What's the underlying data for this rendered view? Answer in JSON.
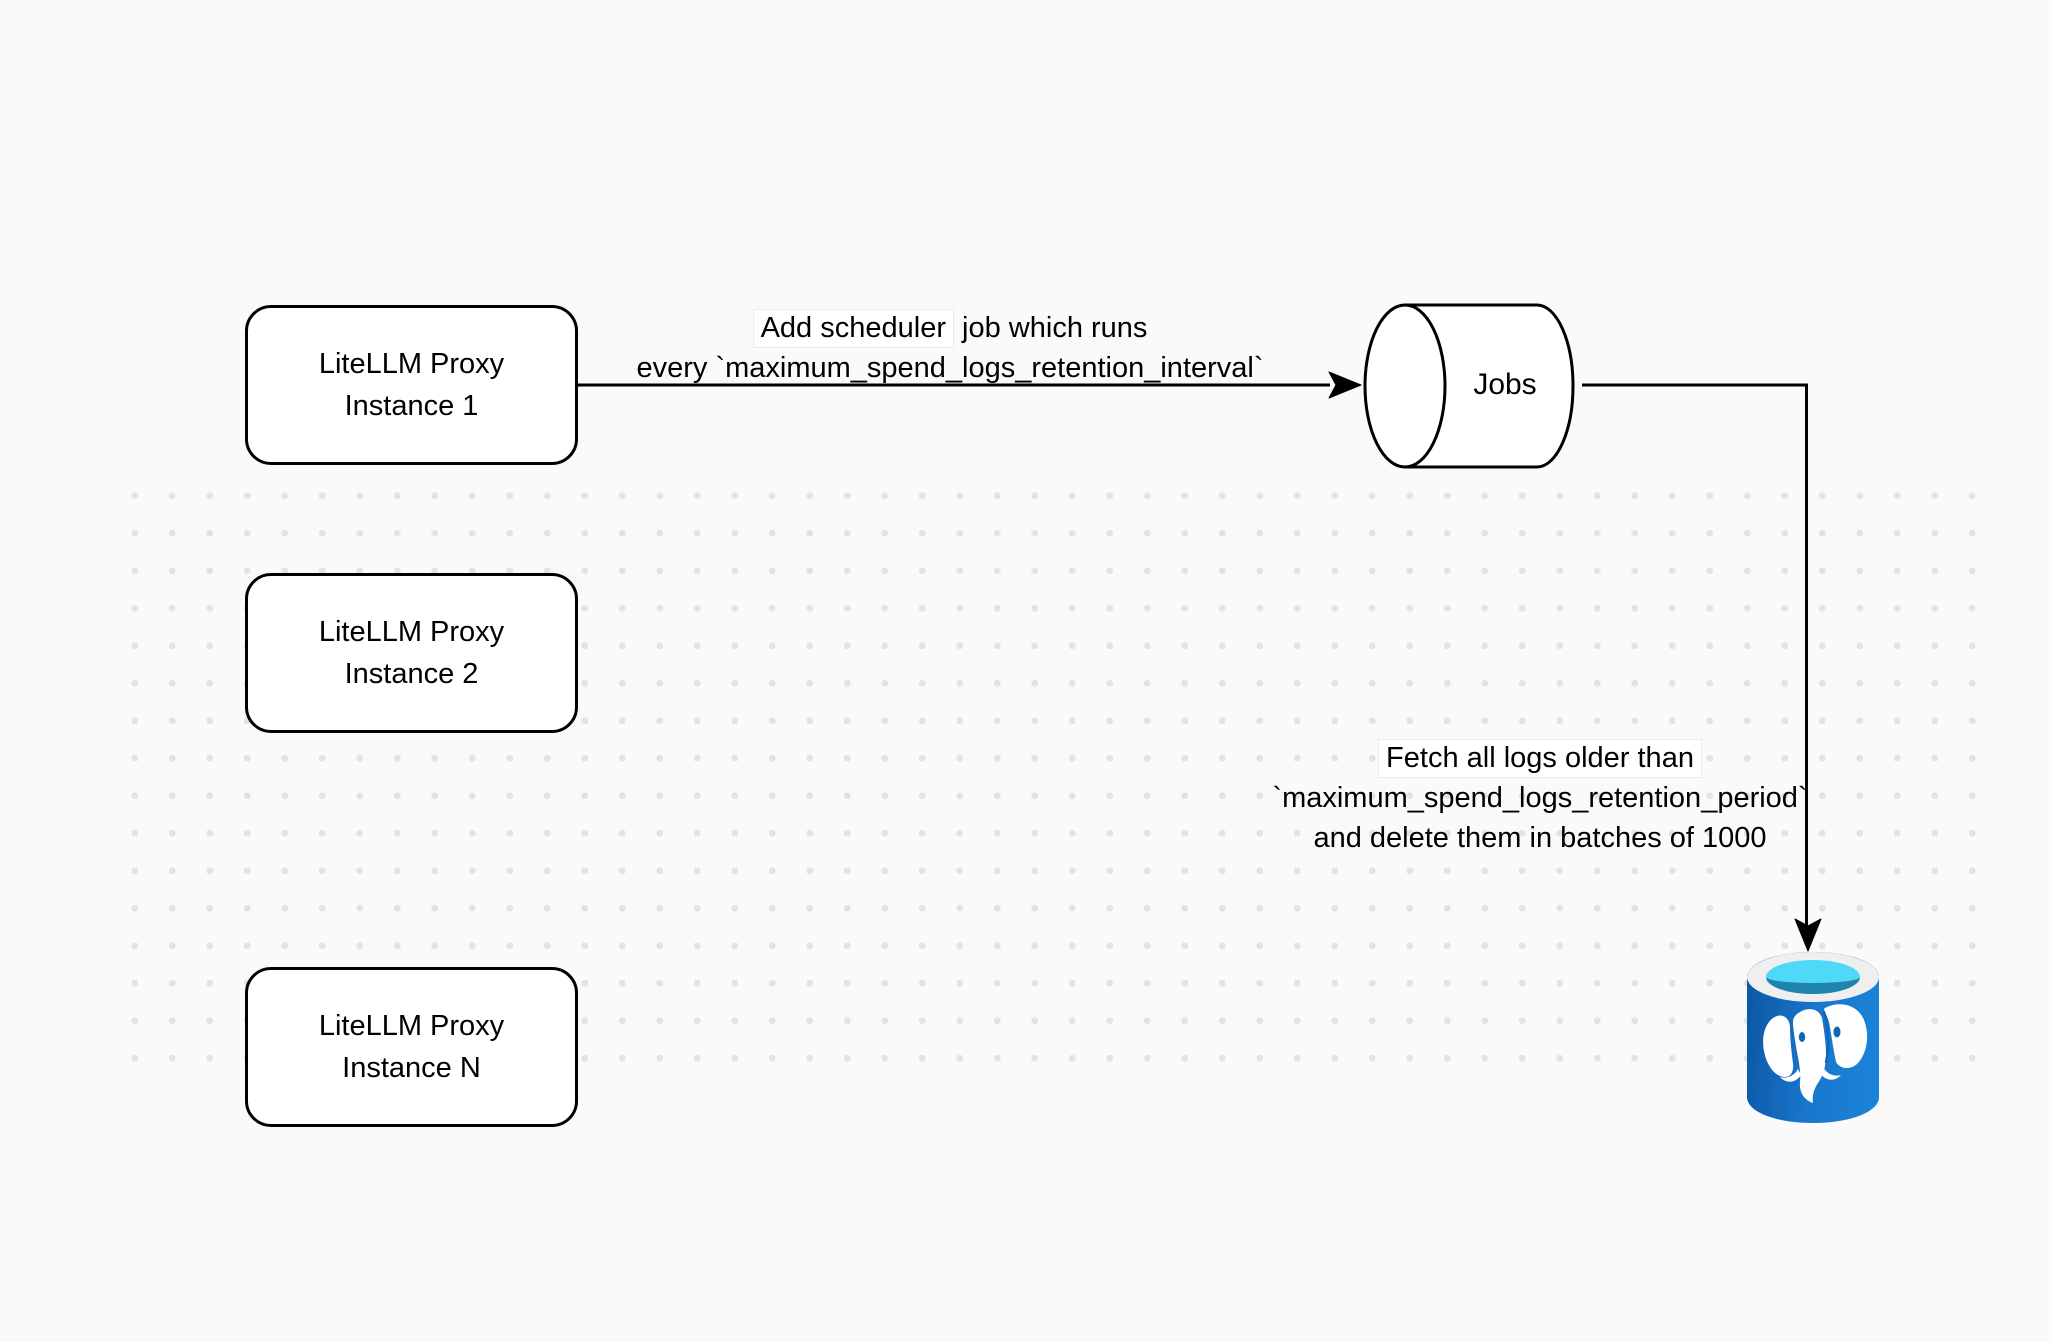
{
  "diagram": {
    "colors": {
      "background": "#fafafa",
      "dot": "#e3e3e3",
      "stroke": "#000000",
      "node_fill": "#ffffff",
      "postgres_body": "#1470c4",
      "postgres_top": "#4ed9f8",
      "postgres_rim": "#efefef",
      "postgres_inner_shadow": "#2083ac"
    },
    "nodes": {
      "instance1": {
        "line1": "LiteLLM Proxy",
        "line2": "Instance 1"
      },
      "instance2": {
        "line1": "LiteLLM Proxy",
        "line2": "Instance 2"
      },
      "instance_n": {
        "line1": "LiteLLM Proxy",
        "line2": "Instance N"
      },
      "jobs_queue": {
        "label": "Jobs",
        "icon": "queue-cylinder-icon"
      },
      "postgres_db": {
        "icon": "postgresql-database-icon"
      }
    },
    "edges": {
      "add_scheduler": {
        "line1_highlight": "Add scheduler",
        "line1_rest": "job which runs",
        "line2": "every `maximum_spend_logs_retention_interval`"
      },
      "fetch_delete": {
        "line1": "Fetch all logs older than",
        "line2": "`maximum_spend_logs_retention_period`",
        "line3": "and delete them in batches of 1000"
      }
    }
  }
}
